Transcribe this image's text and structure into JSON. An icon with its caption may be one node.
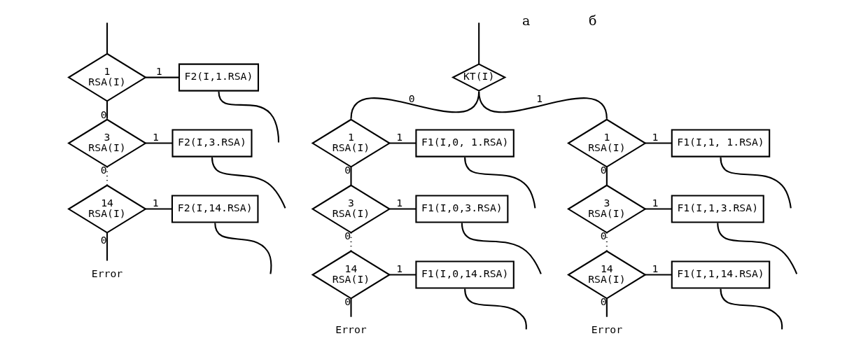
{
  "diagram": {
    "nodes": [
      {
        "text": [
          "1",
          "RSA(I)"
        ]
      },
      {
        "text": [
          "F2(I,1.RSA)"
        ]
      },
      {
        "text": [
          "3",
          "RSA(I)"
        ]
      },
      {
        "text": [
          "F2(I,3.RSA)"
        ]
      },
      {
        "text": [
          "14",
          "RSA(I)"
        ]
      },
      {
        "text": [
          "F2(I,14.RSA)"
        ]
      },
      {
        "text": [
          "Error"
        ]
      },
      {
        "text": [
          "KT(I)"
        ]
      },
      {
        "text": [
          "1",
          "RSA(I)"
        ]
      },
      {
        "text": [
          "F1(I,0, 1.RSA)"
        ]
      },
      {
        "text": [
          "3",
          "RSA(I)"
        ]
      },
      {
        "text": [
          "F1(I,0,3.RSA)"
        ]
      },
      {
        "text": [
          "14",
          "RSA(I)"
        ]
      },
      {
        "text": [
          "F1(I,0,14.RSA)"
        ]
      },
      {
        "text": [
          "Error"
        ]
      },
      {
        "text": [
          "1",
          "RSA(I)"
        ]
      },
      {
        "text": [
          "F1(I,1, 1.RSA)"
        ]
      },
      {
        "text": [
          "3",
          "RSA(I)"
        ]
      },
      {
        "text": [
          "F1(I,1,3.RSA)"
        ]
      },
      {
        "text": [
          "14",
          "RSA(I)"
        ]
      },
      {
        "text": [
          "F1(I,1,14.RSA)"
        ]
      },
      {
        "text": [
          "Error"
        ]
      }
    ],
    "edges": [
      {
        "from": null,
        "to": 0,
        "arrow": "none"
      },
      {
        "from": 0,
        "to": 1,
        "arrow": "none",
        "label": "1"
      },
      {
        "from": 0,
        "to": 2,
        "arrow": "none",
        "label": "0"
      },
      {
        "from": 2,
        "to": 3,
        "arrow": "none",
        "label": "1"
      },
      {
        "from": 2,
        "to": 4,
        "arrow": "none",
        "label": "0",
        "style": "dashed"
      },
      {
        "from": 4,
        "to": 5,
        "arrow": "none",
        "label": "1"
      },
      {
        "from": 4,
        "to": 6,
        "arrow": "none",
        "label": "0"
      },
      {
        "from": 1,
        "to": null,
        "arrow": "none"
      },
      {
        "from": 3,
        "to": null,
        "arrow": "none"
      },
      {
        "from": 5,
        "to": null,
        "arrow": "none"
      },
      {
        "from": null,
        "to": 7,
        "arrow": "none"
      },
      {
        "from": 7,
        "to": 8,
        "arrow": "none",
        "label": "0"
      },
      {
        "from": 7,
        "to": 15,
        "arrow": "none",
        "label": "1"
      },
      {
        "from": 8,
        "to": 9,
        "arrow": "none",
        "label": "1"
      },
      {
        "from": 8,
        "to": 10,
        "arrow": "none",
        "label": "0"
      },
      {
        "from": 10,
        "to": 11,
        "arrow": "none",
        "label": "1"
      },
      {
        "from": 10,
        "to": 12,
        "arrow": "none",
        "label": "0",
        "style": "dashed"
      },
      {
        "from": 12,
        "to": 13,
        "arrow": "none",
        "label": "1"
      },
      {
        "from": 12,
        "to": 14,
        "arrow": "none",
        "label": "0"
      },
      {
        "from": 9,
        "to": null,
        "arrow": "none"
      },
      {
        "from": 11,
        "to": null,
        "arrow": "none"
      },
      {
        "from": 13,
        "to": null,
        "arrow": "none"
      },
      {
        "from": 15,
        "to": 16,
        "arrow": "none",
        "label": "1"
      },
      {
        "from": 15,
        "to": 17,
        "arrow": "none",
        "label": "0"
      },
      {
        "from": 17,
        "to": 18,
        "arrow": "none",
        "label": "1"
      },
      {
        "from": 17,
        "to": 19,
        "arrow": "none",
        "label": "0",
        "style": "dashed"
      },
      {
        "from": 19,
        "to": 20,
        "arrow": "none",
        "label": "1"
      },
      {
        "from": 19,
        "to": 21,
        "arrow": "none",
        "label": "0"
      },
      {
        "from": 16,
        "to": null,
        "arrow": "none"
      },
      {
        "from": 18,
        "to": null,
        "arrow": "none"
      },
      {
        "from": 20,
        "to": null,
        "arrow": "none"
      }
    ],
    "labels": [
      "а",
      "б"
    ]
  }
}
